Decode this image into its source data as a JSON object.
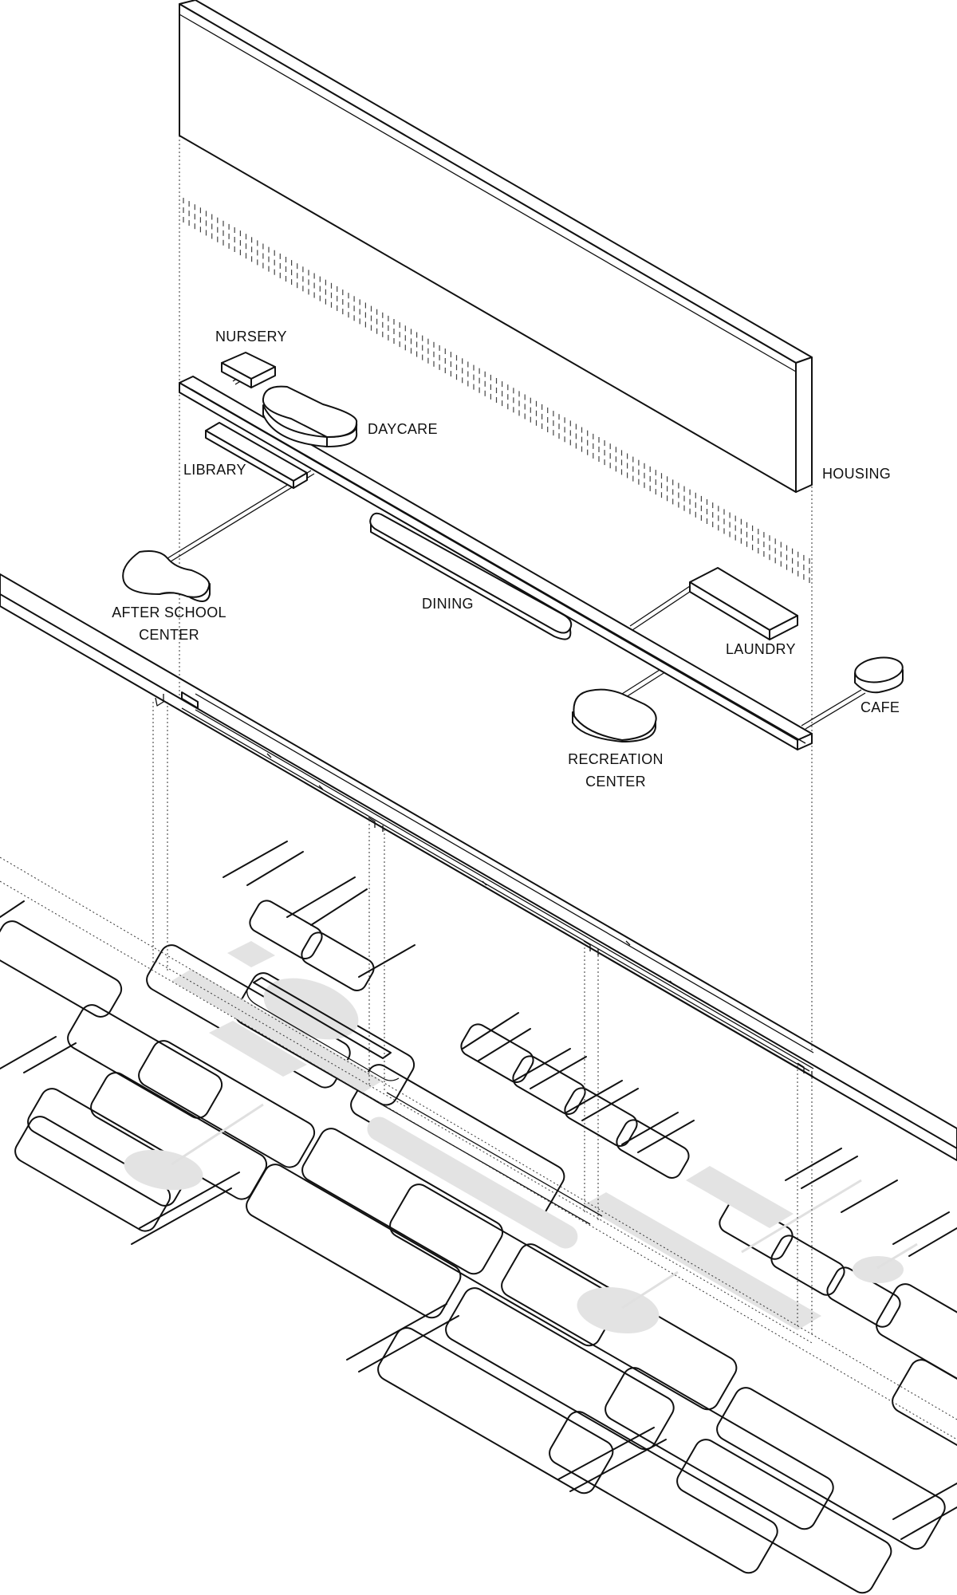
{
  "labels": {
    "nursery": "NURSERY",
    "daycare": "DAYCARE",
    "library": "LIBRARY",
    "housing": "HOUSING",
    "after_school": [
      "AFTER SCHOOL",
      "CENTER"
    ],
    "dining": "DINING",
    "laundry": "LAUNDRY",
    "cafe": "CAFE",
    "recreation": [
      "RECREATION",
      "CENTER"
    ]
  },
  "colors": {
    "line": "#111111",
    "footprint_fill": "#e3e3e3",
    "background": "#ffffff"
  }
}
